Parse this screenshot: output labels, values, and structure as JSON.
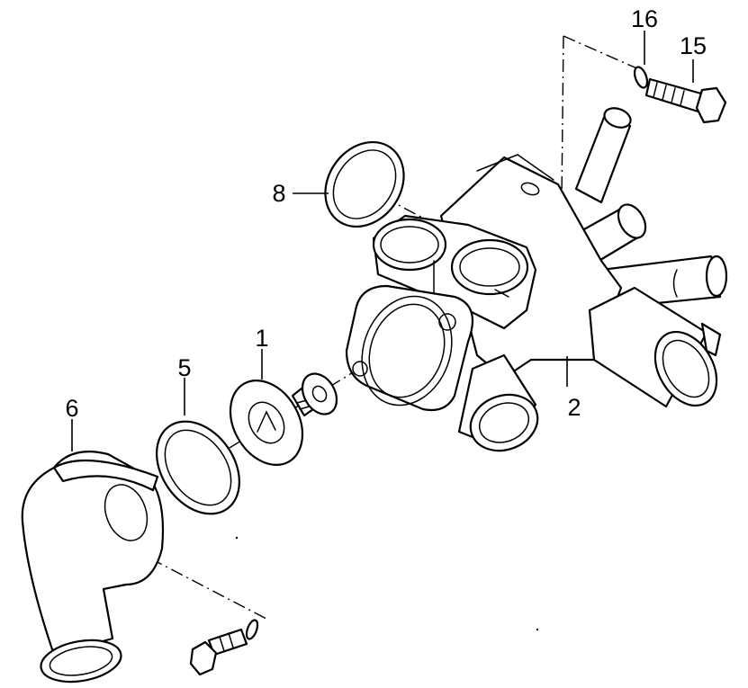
{
  "colors": {
    "ink": "#000000",
    "paper": "#ffffff"
  },
  "callouts": {
    "thermostat": "1",
    "housing": "2",
    "gasket_small": "5",
    "elbow": "6",
    "gasket_large": "8",
    "bolt": "15",
    "o_ring": "16"
  }
}
